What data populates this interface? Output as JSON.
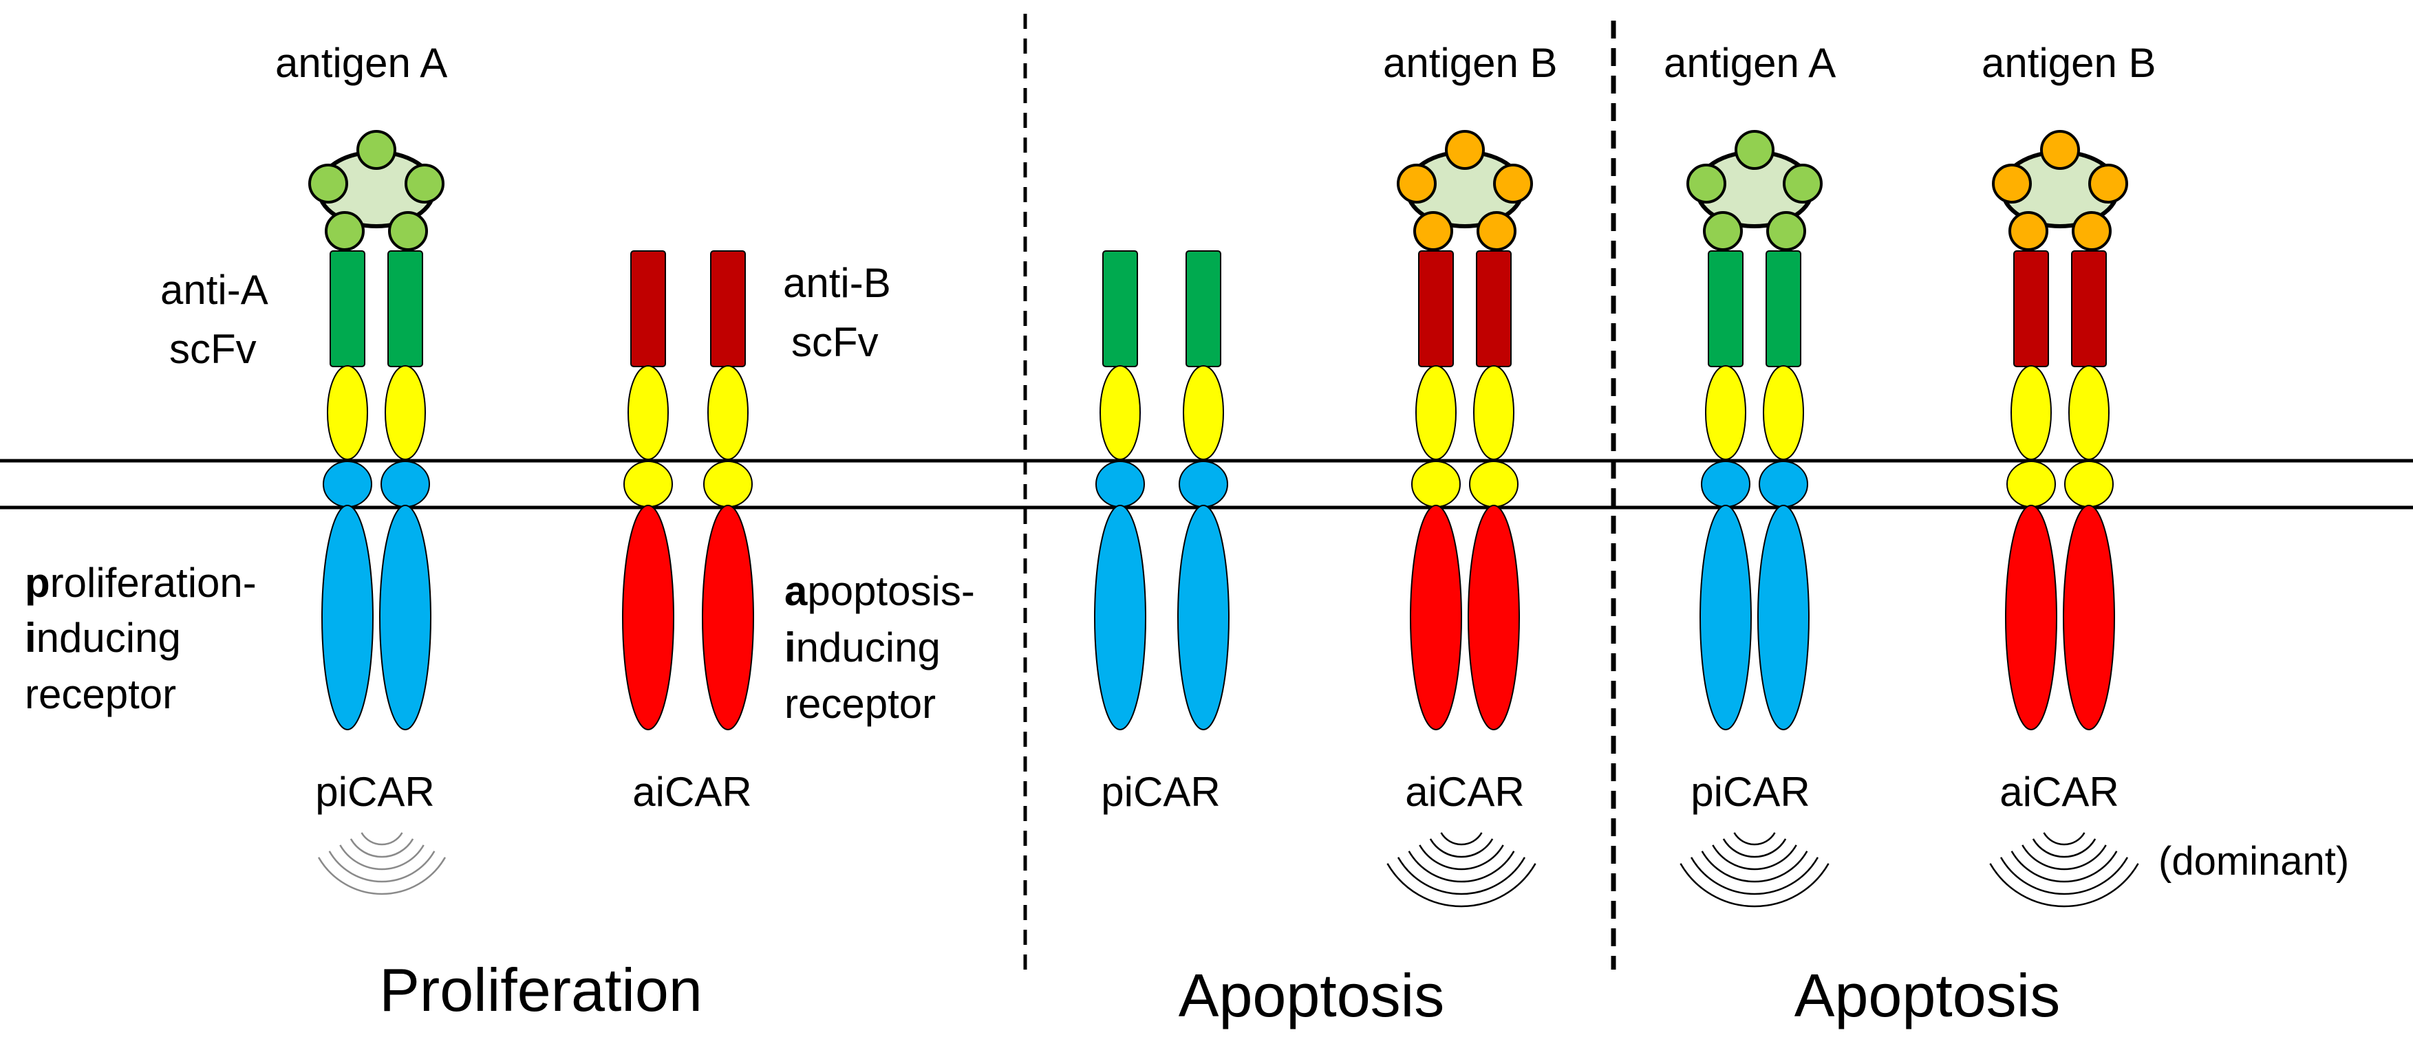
{
  "colors": {
    "green": "#00AA4F",
    "dark_red": "#C00000",
    "yellow": "#FFFF00",
    "blue": "#00B0F0",
    "red": "#FF0000",
    "antigen_core": "#D6E8C4",
    "antigen_a_bead": "#92D050",
    "antigen_b_bead": "#FFB000"
  },
  "labels": {
    "antigen_a": "antigen A",
    "antigen_b": "antigen B",
    "anti_a_line1": "anti-A",
    "anti_a_line2": "scFv",
    "anti_b_line1": "anti-B",
    "anti_b_line2": "scFv",
    "pi_receptor": {
      "line1_bold": "p",
      "line1_rest": "roliferation-",
      "line2_bold": "i",
      "line2_rest": "nducing",
      "line3": "receptor"
    },
    "ai_receptor": {
      "line1_bold": "a",
      "line1_rest": "poptosis-",
      "line2_bold": "i",
      "line2_rest": "nducing",
      "line3": "receptor"
    },
    "picar": "piCAR",
    "aicar": "aiCAR",
    "dominant": "(dominant)"
  },
  "panels": [
    {
      "title": "Proliferation"
    },
    {
      "title": "Apoptosis"
    },
    {
      "title": "Apoptosis"
    }
  ],
  "icons": [
    "antigen-a-icon",
    "antigen-b-icon",
    "signal-wave-icon"
  ]
}
